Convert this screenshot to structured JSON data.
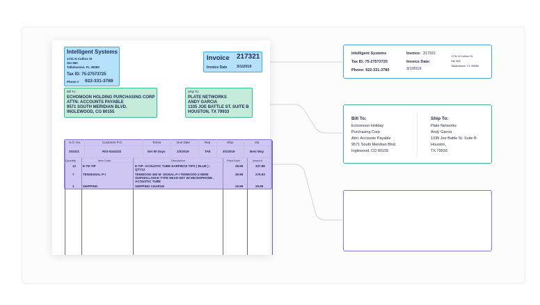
{
  "invoice": {
    "company": {
      "name": "Intelligent Systems",
      "street": "1731 N Collins St",
      "suite": "Ste 960",
      "city": "Tallahassee, FL 35080",
      "tax_id": "Tax ID: 75-27573725",
      "phone_label": "Phone #",
      "phone": "922-331-3789"
    },
    "title": "Invoice",
    "number": "217321",
    "date_label": "Invoice Date",
    "date": "3/1/2019",
    "bill_to": {
      "label": "Bill To:",
      "line1": "ECHOMOON HOLDING PURCHASING CORP",
      "line2": "ATTN: ACCOUNTS PAYABLE",
      "line3": "9571 SOUTH MERIDIAN BLVD.",
      "line4": "INGLEWOOD, CO 80155"
    },
    "ship_to": {
      "label": "Ship To:",
      "line1": "PLATE NETWORKS",
      "line2": "ANDY GARCIA",
      "line3": "1335 JOE BATTLE ST. SUITE B",
      "line4": "HOUSTON, TX 79933"
    },
    "order_header": [
      "S.O. No.",
      "Customer P.O.",
      "Terms",
      "Due Date",
      "Rep",
      "Ship",
      "Via"
    ],
    "order_row": [
      "203321",
      "R03-5343232",
      "Net 90 Days",
      "1/3/2019",
      "TAE",
      "3/1/2019",
      "Best Way"
    ],
    "items_header": [
      "Quantity",
      "Item Code",
      "Description",
      "Price Each",
      "Amount"
    ],
    "items": [
      {
        "qty": "12",
        "code": "E-TE-TIP",
        "desc1": "E-TIP- ACOUSTIC TUBE EARPIECE TIPS ( BLUE ) :",
        "desc2": "QTY12",
        "price": "28.99",
        "amount": "337.88"
      },
      {
        "qty": "7",
        "code": "TENSIGNAL P-I",
        "desc1": "TENWOOD 450 M- SIGNAL P-I TENWOOD 2-WIRE",
        "desc2": "SURVEILLANCE TYPE HEAD-SET W/ MICROPHONE ,",
        "desc3": "ACOUSTIC TUBE",
        "price": "39.99",
        "amount": "279.93"
      },
      {
        "qty": "1",
        "code": "SHIPPING",
        "desc1": "SHIPPING CHARGE",
        "price": "29.99",
        "amount": "29.99"
      }
    ]
  },
  "extracted": {
    "header_card": {
      "company": "Intelligent Systems",
      "tax_id": "Tax ID: 75-27573725",
      "phone": "Phone: 922-331-3780",
      "invoice_label": "Invoice:",
      "invoice_value": "217321",
      "date_label": "Invoice Date:",
      "date_value": "3/1/2019",
      "addr1": "1731 N Collins St",
      "addr2": "Ste 960",
      "addr3": "Tallahassee, FL 35080"
    },
    "address_card": {
      "bill_label": "Bill To:",
      "bill_lines": [
        "Echomoon Holiday",
        "Purchasing Corp",
        "Attn: Accounts Payable",
        "9571 South Meridian Blvd.",
        "Inglewood, CO 80155"
      ],
      "ship_label": "Ship To:",
      "ship_lines": [
        "Plate Networks",
        "Andy Garcia",
        "1335 Joe Battle St. Suite B",
        "Houston,",
        "TX 79933"
      ]
    }
  },
  "colors": {
    "blue": "#45a6e0",
    "green": "#3cb98a",
    "purple": "#8a6fe0",
    "connector": "#cfd3db"
  }
}
